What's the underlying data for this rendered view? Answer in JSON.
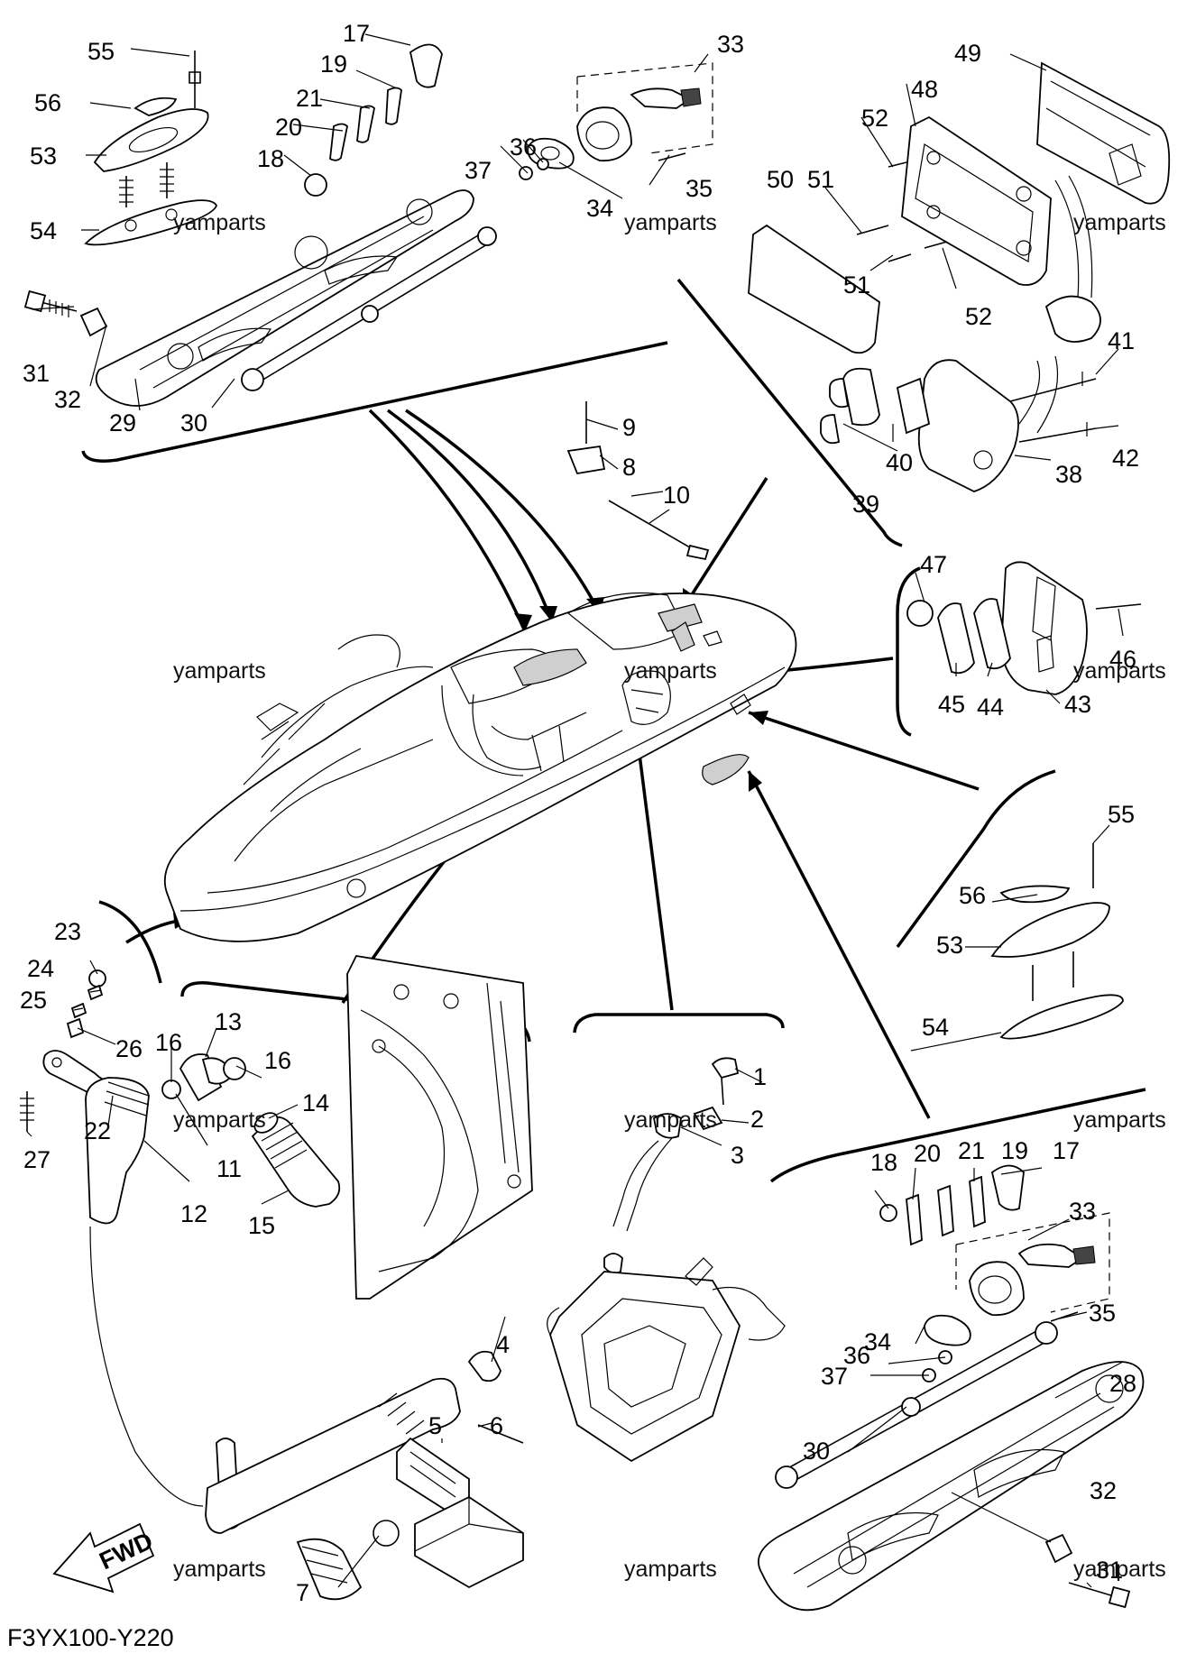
{
  "diagram": {
    "code": "F3YX100-Y220",
    "watermark": "yamparts",
    "fwd_label": "FWD",
    "callouts": {
      "c1": "1",
      "c2": "2",
      "c3": "3",
      "c4": "4",
      "c5": "5",
      "c6": "6",
      "c7": "7",
      "c8": "8",
      "c9": "9",
      "c10": "10",
      "c11": "11",
      "c12": "12",
      "c13": "13",
      "c14": "14",
      "c15": "15",
      "c16a": "16",
      "c16b": "16",
      "c17a": "17",
      "c17b": "17",
      "c18a": "18",
      "c18b": "18",
      "c19a": "19",
      "c19b": "19",
      "c20a": "20",
      "c20b": "20",
      "c21a": "21",
      "c21b": "21",
      "c22": "22",
      "c23": "23",
      "c24": "24",
      "c25": "25",
      "c26": "26",
      "c27": "27",
      "c28": "28",
      "c29": "29",
      "c30a": "30",
      "c30b": "30",
      "c31a": "31",
      "c31b": "31",
      "c32a": "32",
      "c32b": "32",
      "c33a": "33",
      "c33b": "33",
      "c34a": "34",
      "c34b": "34",
      "c35a": "35",
      "c35b": "35",
      "c36a": "36",
      "c36b": "36",
      "c37a": "37",
      "c37b": "37",
      "c38": "38",
      "c39": "39",
      "c40": "40",
      "c41": "41",
      "c42": "42",
      "c43": "43",
      "c44": "44",
      "c45": "45",
      "c46": "46",
      "c47": "47",
      "c48": "48",
      "c49": "49",
      "c50": "50",
      "c51a": "51",
      "c51b": "51",
      "c52a": "52",
      "c52b": "52",
      "c53a": "53",
      "c53b": "53",
      "c54a": "54",
      "c54b": "54",
      "c55a": "55",
      "c55b": "55",
      "c56a": "56",
      "c56b": "56"
    }
  }
}
